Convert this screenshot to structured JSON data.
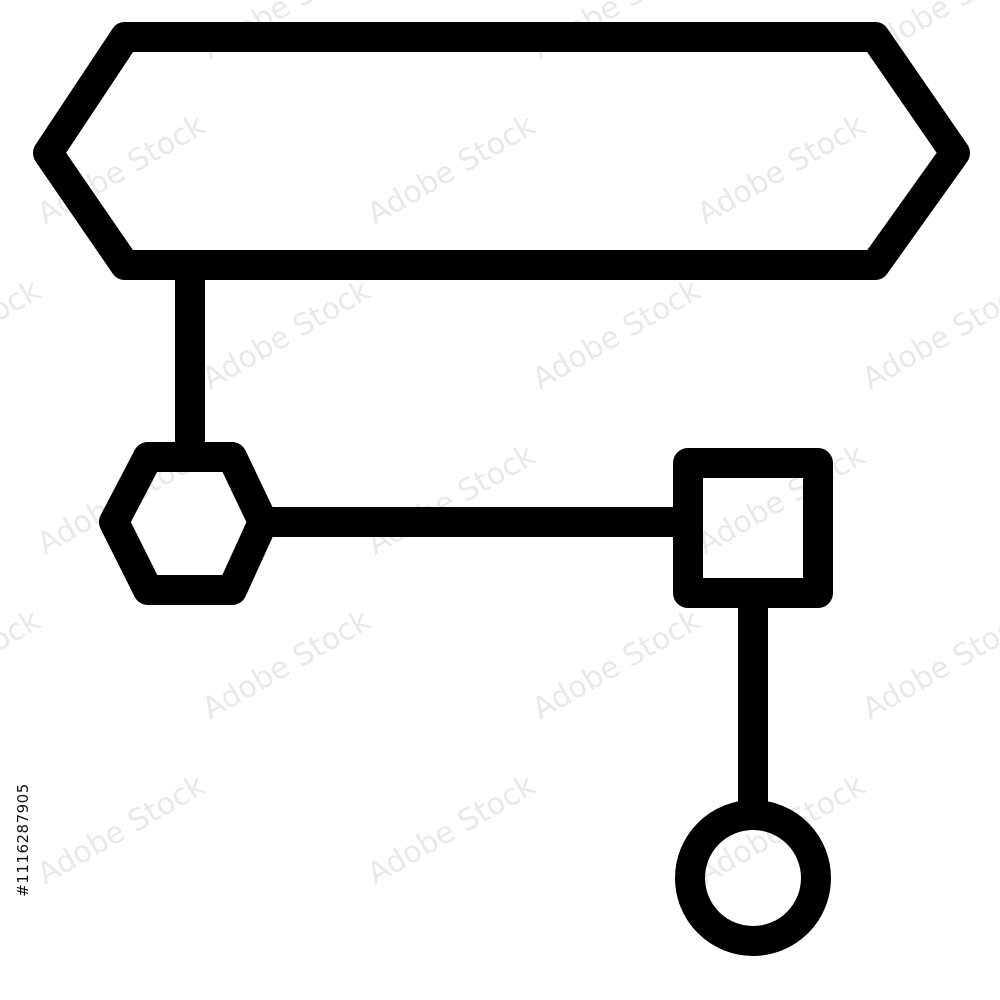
{
  "watermark": {
    "text": "Adobe Stock",
    "color": "#d8d8d8"
  },
  "stock_id": {
    "text": "#1116287905"
  },
  "diagram": {
    "stroke_color": "#000000",
    "background": "#ffffff",
    "nodes": [
      {
        "id": "banner",
        "shape": "elongated-hexagon"
      },
      {
        "id": "hex-node",
        "shape": "hexagon"
      },
      {
        "id": "square-node",
        "shape": "square"
      },
      {
        "id": "circle-node",
        "shape": "circle"
      }
    ],
    "edges": [
      {
        "from": "banner",
        "to": "hex-node"
      },
      {
        "from": "hex-node",
        "to": "square-node"
      },
      {
        "from": "square-node",
        "to": "circle-node"
      }
    ]
  }
}
